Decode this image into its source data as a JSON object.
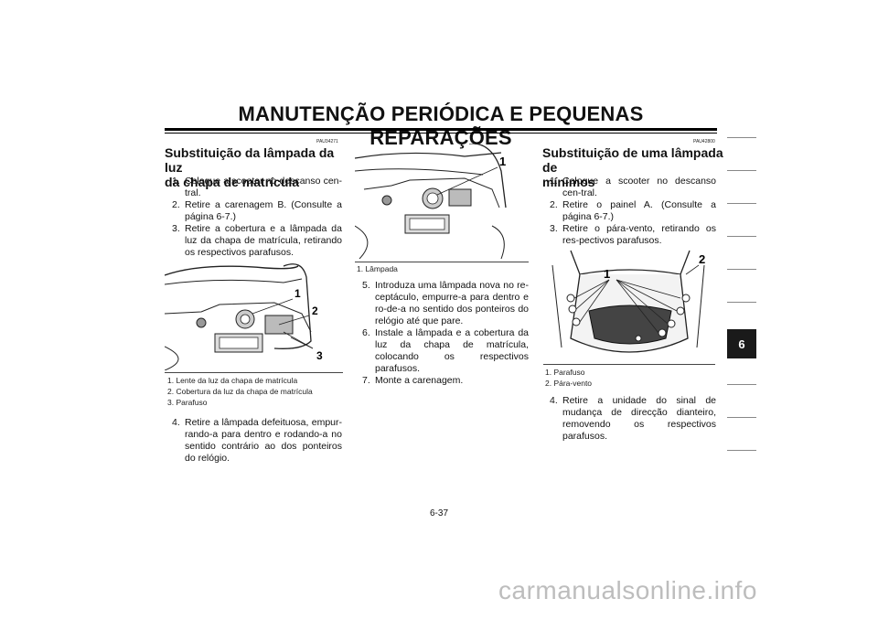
{
  "header": {
    "title": "MANUTENÇÃO PERIÓDICA E PEQUENAS REPARAÇÕES"
  },
  "left": {
    "code": "PAU34271",
    "heading": [
      "Substituição da lâmpada da luz",
      "da chapa de matrícula"
    ],
    "steps": [
      {
        "n": "1.",
        "t": "Coloque a scooter no descanso cen-tral."
      },
      {
        "n": "2.",
        "t": "Retire a carenagem B. (Consulte a página 6-7.)"
      },
      {
        "n": "3.",
        "t": "Retire a cobertura e a lâmpada da luz da chapa de matrícula, retirando os respectivos parafusos."
      }
    ],
    "figure_labels": [
      "1",
      "2",
      "3"
    ],
    "captions": [
      "1. Lente da luz da chapa de matrícula",
      "2. Cobertura da luz da chapa de matrícula",
      "3. Parafuso"
    ],
    "steps2": [
      {
        "n": "4.",
        "t": "Retire a lâmpada defeituosa, empur-rando-a para dentro e rodando-a no sentido contrário ao dos ponteiros do relógio."
      }
    ]
  },
  "middle": {
    "figure_labels": [
      "1"
    ],
    "caption": "1. Lâmpada",
    "steps": [
      {
        "n": "5.",
        "t": "Introduza uma lâmpada nova no re-ceptáculo, empurre-a para dentro e ro-de-a no sentido dos ponteiros do relógio até que pare."
      },
      {
        "n": "6.",
        "t": "Instale a lâmpada e a cobertura da luz da chapa de matrícula, colocando os respectivos parafusos."
      },
      {
        "n": "7.",
        "t": "Monte a carenagem."
      }
    ]
  },
  "right": {
    "code": "PAU42800",
    "heading": [
      "Substituição de uma lâmpada de",
      "mínimos"
    ],
    "steps": [
      {
        "n": "1.",
        "t": "Coloque a scooter no descanso cen-tral."
      },
      {
        "n": "2.",
        "t": "Retire o painel A. (Consulte a página 6-7.)"
      },
      {
        "n": "3.",
        "t": "Retire o pára-vento, retirando os res-pectivos parafusos."
      }
    ],
    "figure_labels": [
      "1",
      "2"
    ],
    "captions": [
      "1. Parafuso",
      "2. Pára-vento"
    ],
    "steps2": [
      {
        "n": "4.",
        "t": "Retire a unidade do sinal de mudança de direcção dianteiro, removendo os respectivos parafusos."
      }
    ]
  },
  "side_tab": "6",
  "page_number": "6-37",
  "watermark": "carmanualsonline.info"
}
